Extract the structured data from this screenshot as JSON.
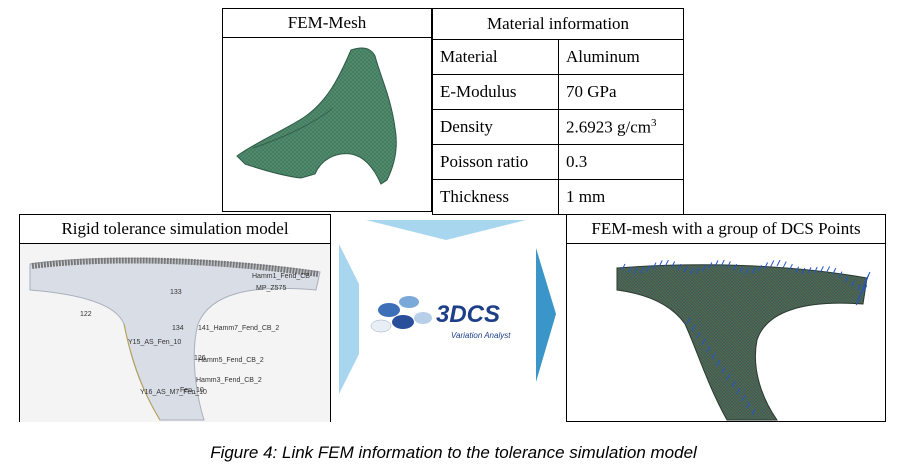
{
  "fem_mesh": {
    "title": "FEM-Mesh"
  },
  "material_info": {
    "title": "Material information",
    "rows": [
      {
        "property": "Material",
        "value": "Aluminum"
      },
      {
        "property": "E-Modulus",
        "value": "70 GPa"
      },
      {
        "property": "Density",
        "value": "2.6923 g/cm",
        "sup": "3"
      },
      {
        "property": "Poisson ratio",
        "value": "0.3"
      },
      {
        "property": "Thickness",
        "value": "1 mm"
      }
    ]
  },
  "rigid_model": {
    "title": "Rigid tolerance simulation model",
    "labels": [
      "133",
      "141_Hamm7_Fend_CB_2",
      "Y15_AS_Fen_10",
      "126",
      "Hamm5_Fend_CB_2",
      "Hamm3_Fend_CB_2",
      "Y16_AS_M7_Fen_10",
      "Fen_10",
      "MP_Z575",
      "134",
      "122",
      "Hamm1_Fend_CB"
    ]
  },
  "dcs_mesh": {
    "title": "FEM-mesh with a group of DCS Points"
  },
  "logo": {
    "brand": "3DCS",
    "tagline": "Variation Analyst"
  },
  "caption": "Figure 4: Link FEM information to the tolerance simulation model",
  "colors": {
    "mesh": "#3f7a5f",
    "arrow": "#9fd0ea",
    "arrow_dark": "#3a95c8",
    "dcs_point": "#2255cc"
  }
}
